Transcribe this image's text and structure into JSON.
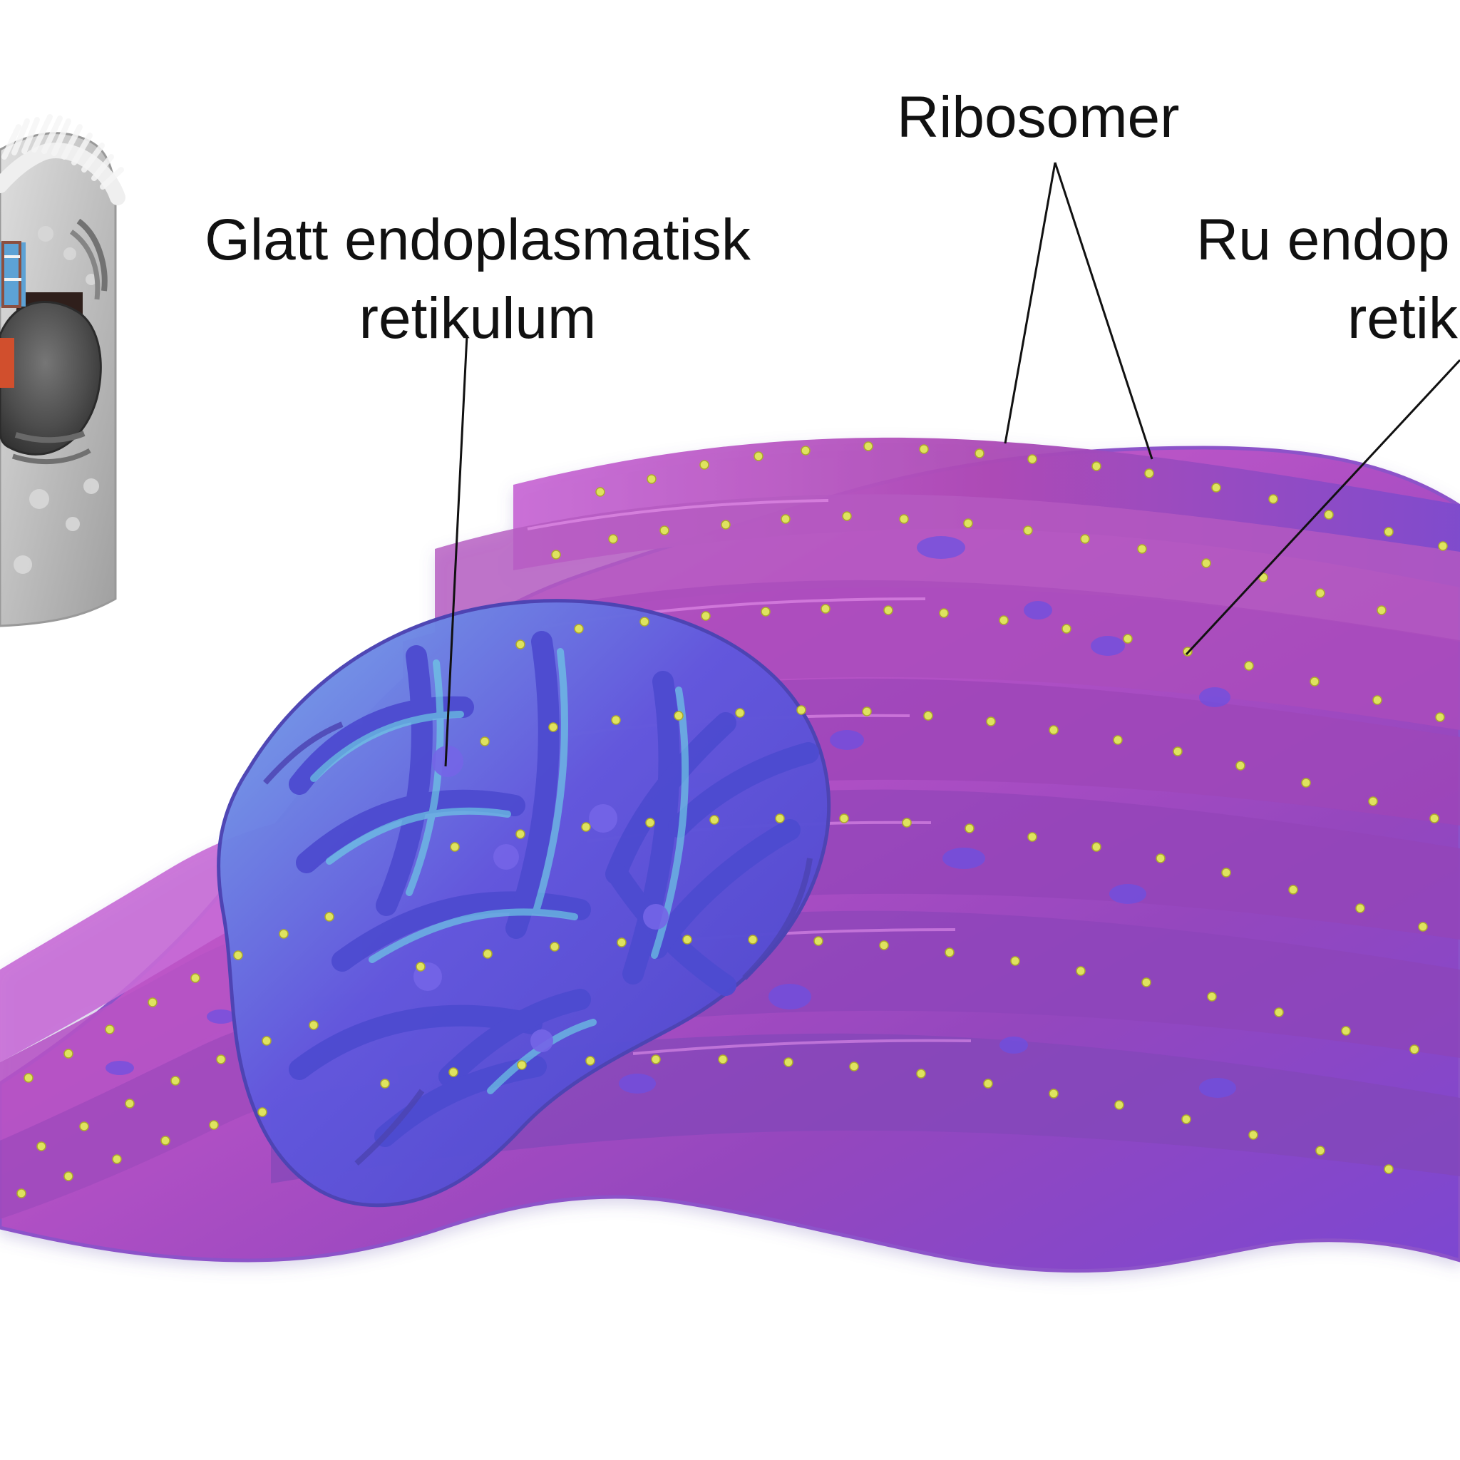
{
  "labels": {
    "ribosomer": "Ribosomer",
    "smooth_er_line1": "Glatt endoplasmatisk",
    "smooth_er_line2": "retikulum",
    "rough_er_line1": "Ru endop",
    "rough_er_line2": "retik"
  },
  "colors": {
    "background": "#ffffff",
    "leader_line": "#111111",
    "rough_er_pink": "#c65fd0",
    "rough_er_magenta": "#a03ca8",
    "rough_er_violet": "#7a4bd6",
    "smooth_er_blue": "#5f59df",
    "smooth_er_cyan": "#58b6d6",
    "ribosome_yellow": "#e3ea62",
    "cell_gray": "#b9b9b9",
    "nucleus_dark": "#474747"
  }
}
